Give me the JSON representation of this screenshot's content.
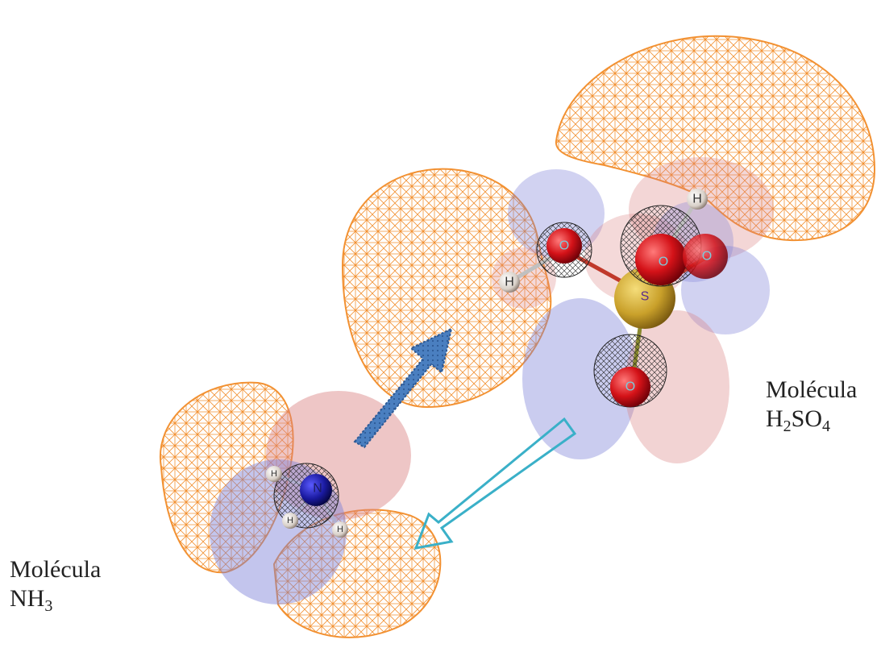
{
  "h2so4_label": {
    "word": "Molécula",
    "formula_parts": [
      "H",
      "2",
      "SO",
      "4"
    ]
  },
  "nh3_label": {
    "word": "Molécula",
    "formula_parts": [
      "NH",
      "3"
    ]
  },
  "atoms": {
    "hydrogen": "H",
    "oxygen": "O",
    "sulfur": "S",
    "nitrogen": "N"
  },
  "colors": {
    "orbital_mesh": "#f28c28",
    "lobe_blue": "#7b7fd6",
    "lobe_red": "#d98080",
    "oxygen": "#d41218",
    "sulfur": "#c9a02a",
    "nitrogen": "#1a1aa0",
    "hydrogen": "#e8e8e8",
    "donation_arrow": "#4a7fc0",
    "backdonation_arrow": "#3ab0c8"
  }
}
